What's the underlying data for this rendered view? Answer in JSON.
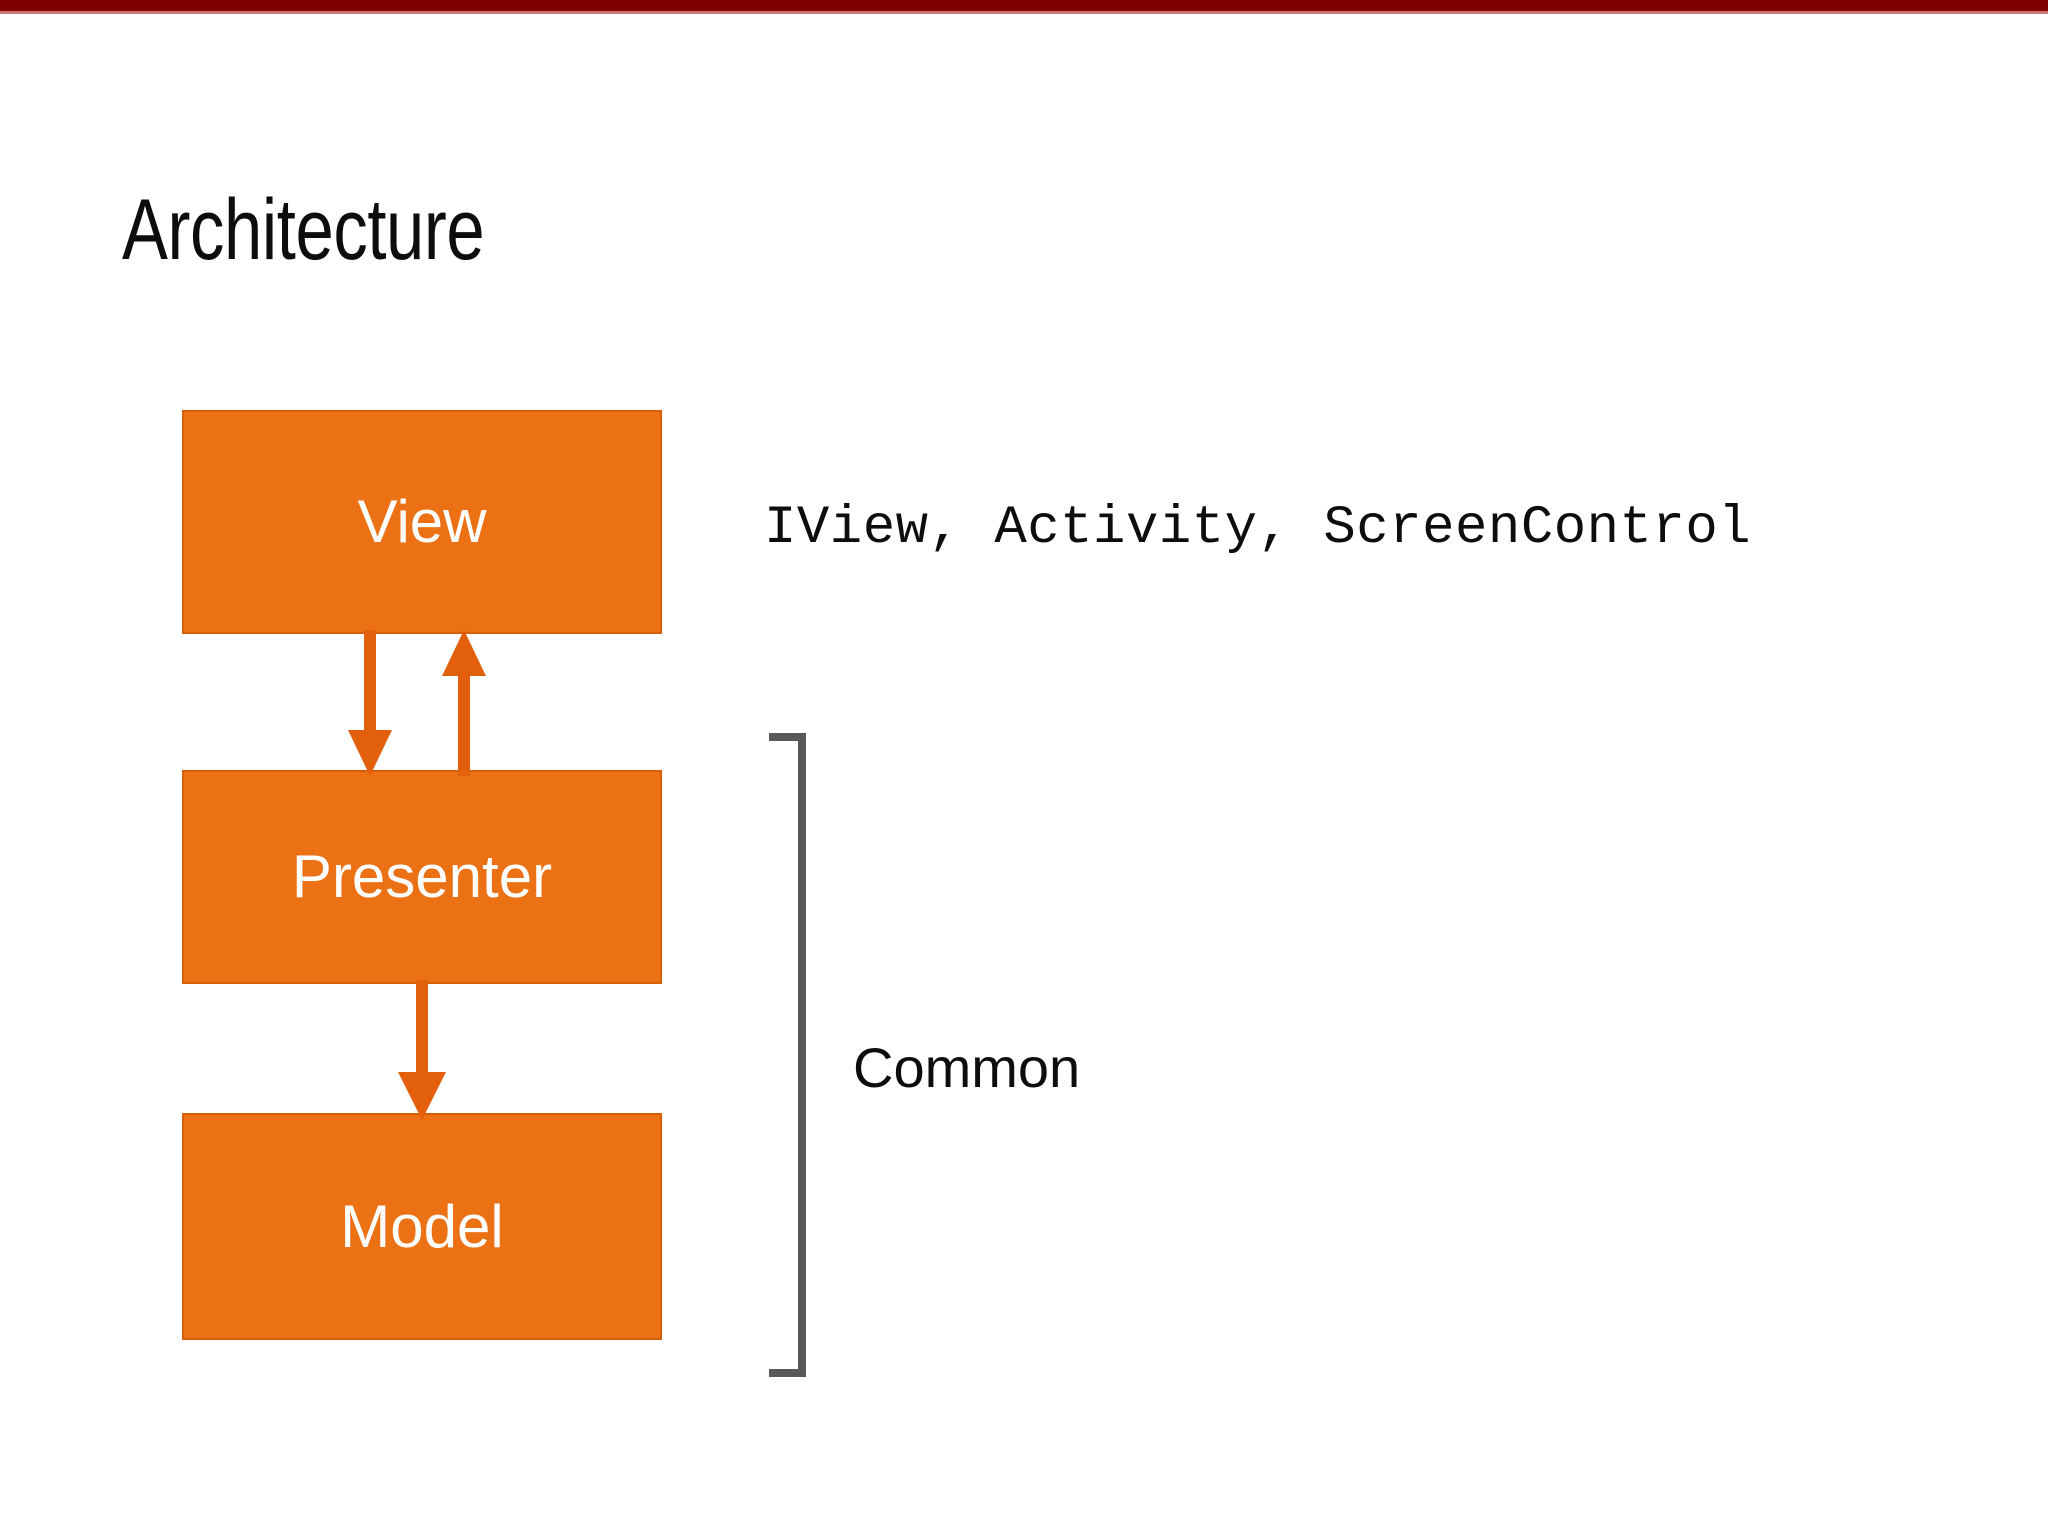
{
  "slide": {
    "title": "Architecture",
    "accent_bar_color": "#800000",
    "background_color": "#ffffff"
  },
  "diagram": {
    "type": "flow",
    "box_fill_color": "#ec7014",
    "box_border_color": "#d75f08",
    "box_text_color": "#ffffff",
    "arrow_color": "#e2600b",
    "bracket_color": "#595959",
    "boxes": [
      {
        "id": "view",
        "label": "View"
      },
      {
        "id": "presenter",
        "label": "Presenter"
      },
      {
        "id": "model",
        "label": "Model"
      }
    ],
    "connectors": [
      {
        "id": "view-to-presenter",
        "from": "view",
        "to": "presenter",
        "direction": "down"
      },
      {
        "id": "presenter-to-view",
        "from": "presenter",
        "to": "view",
        "direction": "up"
      },
      {
        "id": "presenter-to-model",
        "from": "presenter",
        "to": "model",
        "direction": "down"
      }
    ],
    "annotations": {
      "view_classes": "IView, Activity, ScreenControl",
      "common_group_label": "Common",
      "common_group_members": [
        "presenter",
        "model"
      ]
    }
  }
}
